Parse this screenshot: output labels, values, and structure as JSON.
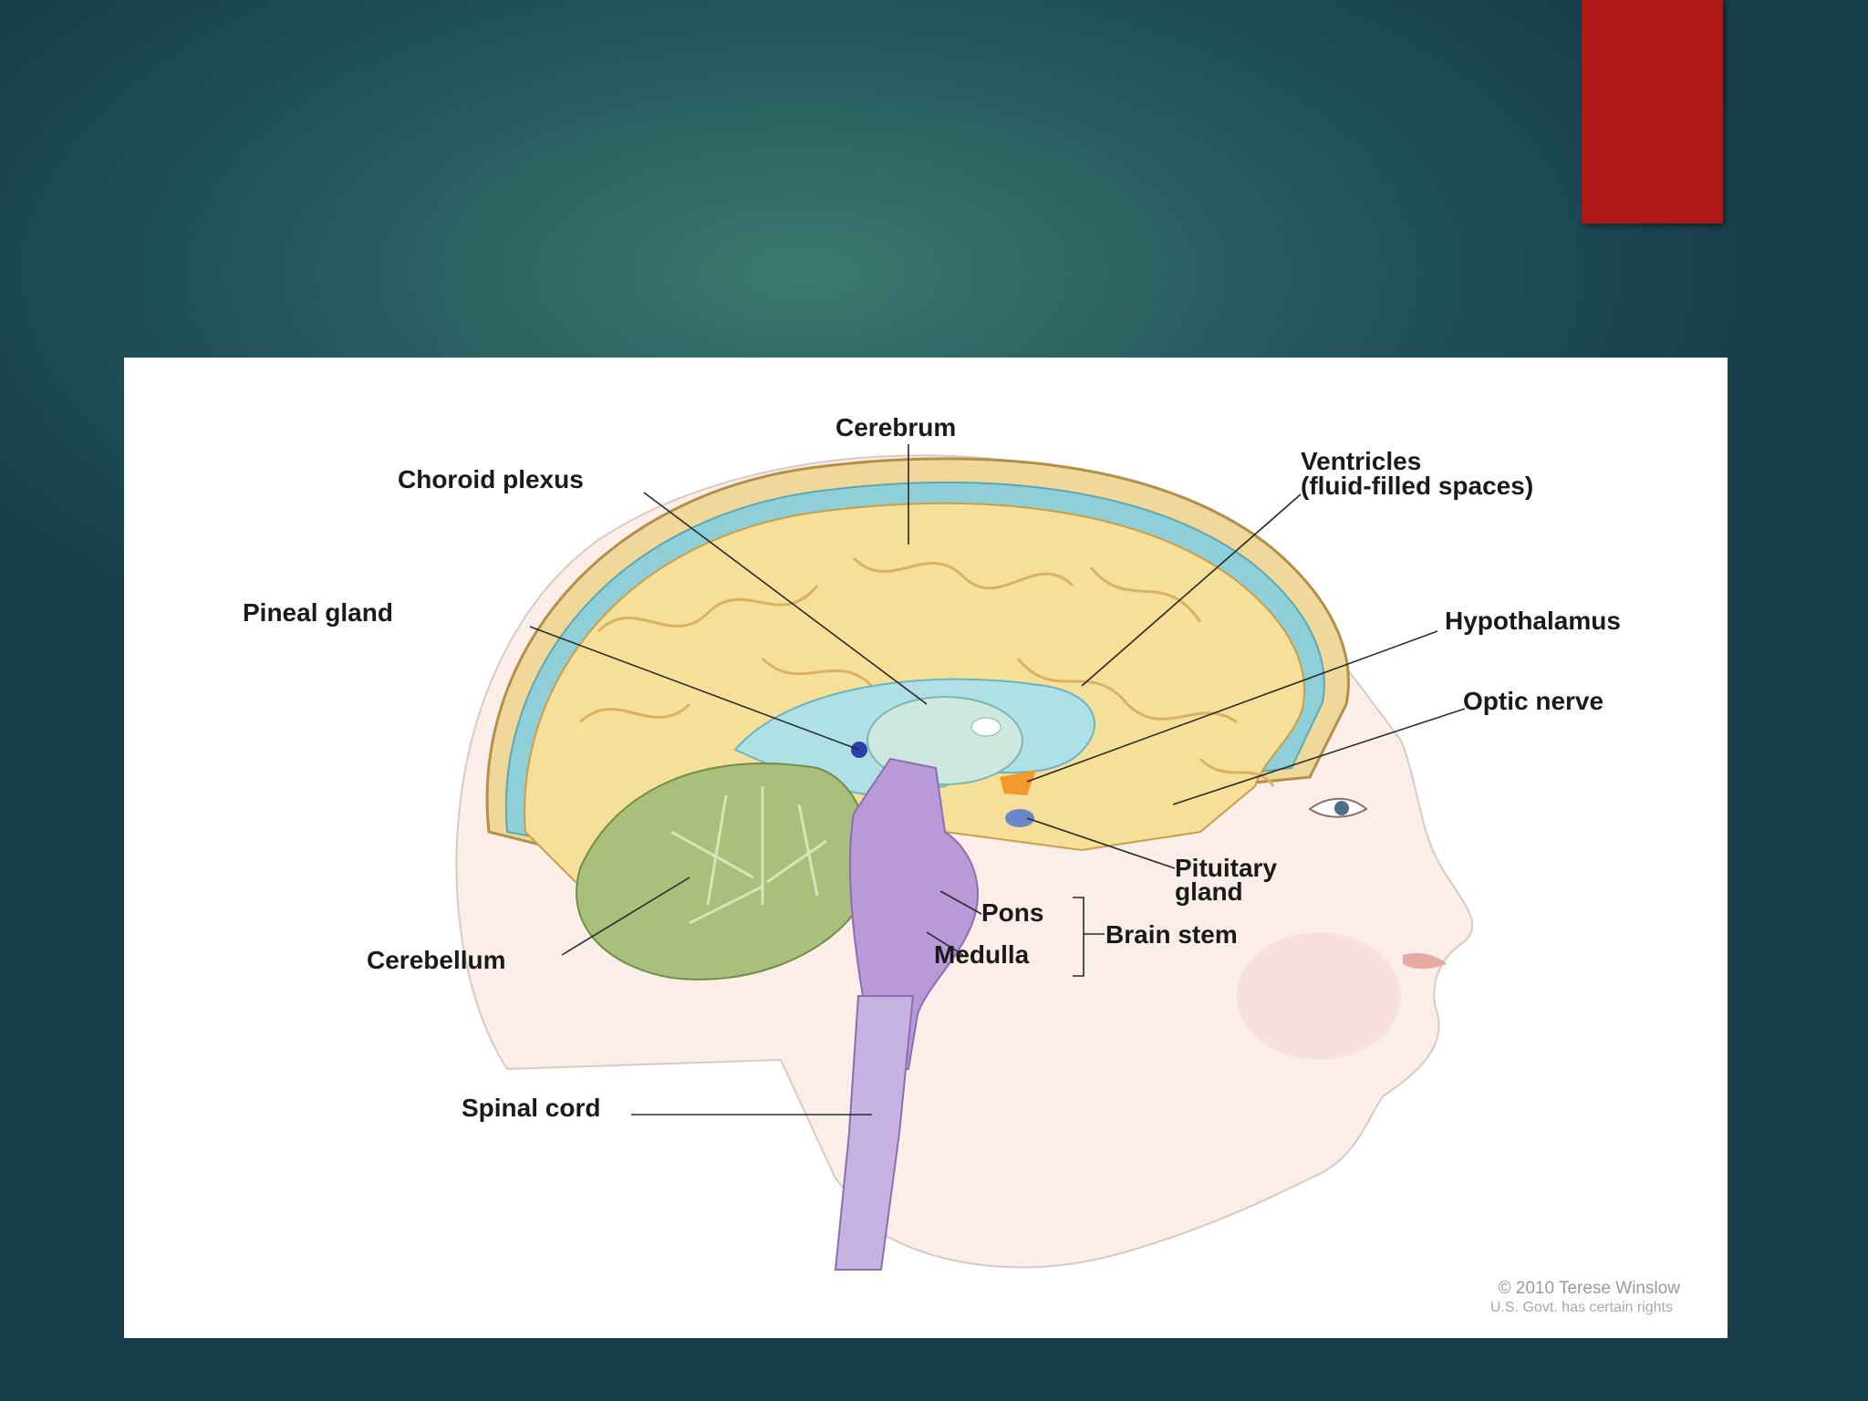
{
  "slide": {
    "accent_color": "#b01818",
    "background_color": "#1f4f57"
  },
  "diagram": {
    "labels": {
      "cerebrum": "Cerebrum",
      "choroid_plexus": "Choroid plexus",
      "ventricles_line1": "Ventricles",
      "ventricles_line2": "(fluid-filled spaces)",
      "pineal_gland": "Pineal gland",
      "hypothalamus": "Hypothalamus",
      "optic_nerve": "Optic nerve",
      "pituitary_line1": "Pituitary",
      "pituitary_line2": "gland",
      "pons": "Pons",
      "medulla": "Medulla",
      "brain_stem": "Brain stem",
      "cerebellum": "Cerebellum",
      "spinal_cord": "Spinal cord"
    },
    "credit_line1": "© 2010 Terese Winslow",
    "credit_line2": "U.S. Govt. has certain rights"
  }
}
